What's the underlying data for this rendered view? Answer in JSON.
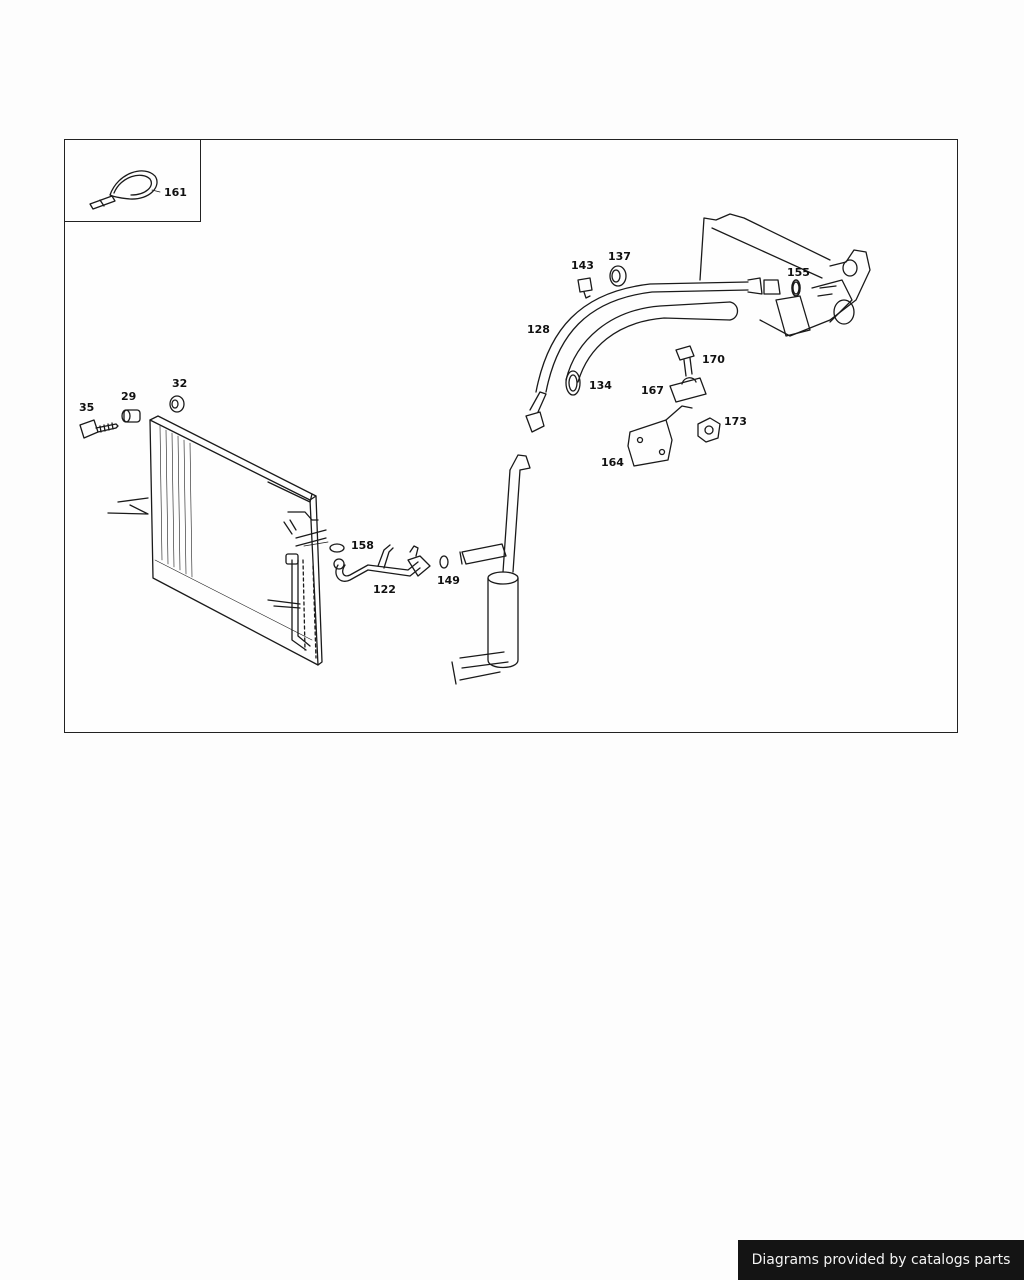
{
  "diagram": {
    "callouts": [
      {
        "id": "161",
        "label": "161"
      },
      {
        "id": "35",
        "label": "35"
      },
      {
        "id": "29",
        "label": "29"
      },
      {
        "id": "32",
        "label": "32"
      },
      {
        "id": "158",
        "label": "158"
      },
      {
        "id": "122",
        "label": "122"
      },
      {
        "id": "149",
        "label": "149"
      },
      {
        "id": "143",
        "label": "143"
      },
      {
        "id": "137",
        "label": "137"
      },
      {
        "id": "128",
        "label": "128"
      },
      {
        "id": "134",
        "label": "134"
      },
      {
        "id": "155",
        "label": "155"
      },
      {
        "id": "170",
        "label": "170"
      },
      {
        "id": "167",
        "label": "167"
      },
      {
        "id": "173",
        "label": "173"
      },
      {
        "id": "164",
        "label": "164"
      }
    ]
  },
  "footer": {
    "credit": "Diagrams provided by catalogs parts"
  }
}
